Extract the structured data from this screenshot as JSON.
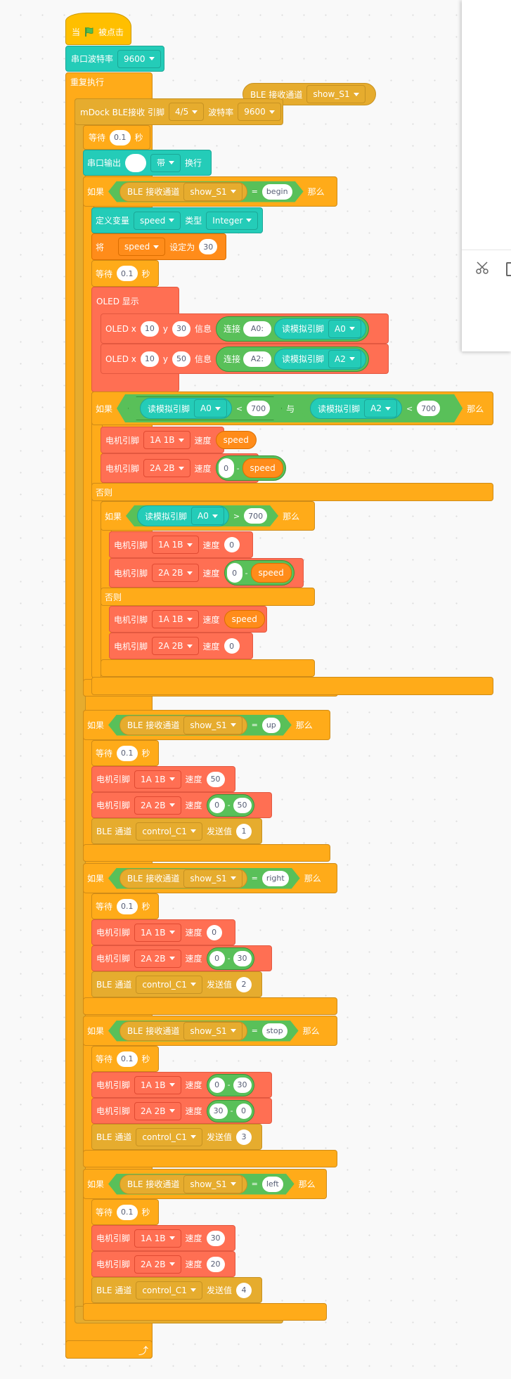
{
  "hat": {
    "when": "当",
    "clicked": "被点击"
  },
  "serial_baud": {
    "label": "串口波特率",
    "value": "9600"
  },
  "forever": {
    "label": "重复执行"
  },
  "floating_reporter": {
    "label": "BLE 接收通道",
    "value": "show_S1"
  },
  "mdock": {
    "label": "mDock BLE接收 引脚",
    "pin": "4/5",
    "baud_label": "波特率",
    "baud": "9600"
  },
  "wait1": {
    "label": "等待",
    "value": "0.1",
    "unit": "秒"
  },
  "serial_out": {
    "label": "串口输出",
    "value": "",
    "mode": "带",
    "suffix": "换行"
  },
  "common": {
    "if": "如果",
    "then": "那么",
    "else": "否则",
    "ble_recv": "BLE 接收通道",
    "channel": "show_S1",
    "eq": "=",
    "lt": "<",
    "gt": ">",
    "and": "与",
    "minus": "-",
    "motor": "电机引脚",
    "speed_label": "速度",
    "m1": "1A 1B",
    "m2": "2A 2B",
    "wait": "等待",
    "sec": "秒",
    "read_analog": "读模拟引脚",
    "ble_channel": "BLE 通道",
    "send_channel": "control_C1",
    "send_label": "发送值"
  },
  "if_begin": {
    "value": "begin",
    "define_var": {
      "label": "定义变量",
      "var": "speed",
      "type_label": "类型",
      "type": "Integer"
    },
    "set_var": {
      "label": "将",
      "var": "speed",
      "to": "设定为",
      "value": "30"
    },
    "wait": "0.1",
    "oled": {
      "label": "OLED 显示",
      "lines": [
        {
          "x_label": "OLED x",
          "x": "10",
          "y_label": "y",
          "y": "30",
          "info": "信息",
          "join": "连接",
          "text": "A0:",
          "pin": "A0"
        },
        {
          "x_label": "OLED x",
          "x": "10",
          "y_label": "y",
          "y": "50",
          "info": "信息",
          "join": "连接",
          "text": "A2:",
          "pin": "A2"
        }
      ]
    },
    "if_and": {
      "pin_a": "A0",
      "val_a": "700",
      "pin_b": "A2",
      "val_b": "700",
      "m1_speed": "speed",
      "m2_a": "0",
      "m2_b": "speed",
      "else_if": {
        "pin": "A0",
        "val": "700",
        "m1_speed": "0",
        "m2_a": "0",
        "m2_b": "speed",
        "else_m1": "speed",
        "else_m2": "0"
      }
    }
  },
  "ifs": [
    {
      "value": "up",
      "wait": "0.1",
      "m1": [
        "50"
      ],
      "m2": [
        "0",
        "50"
      ],
      "send": "1"
    },
    {
      "value": "right",
      "wait": "0.1",
      "m1": [
        "0"
      ],
      "m2": [
        "0",
        "30"
      ],
      "send": "2"
    },
    {
      "value": "stop",
      "wait": "0.1",
      "m1": [
        "0",
        "30"
      ],
      "m2": [
        "30",
        "0"
      ],
      "send": "3"
    },
    {
      "value": "left",
      "wait": "0.1",
      "m1": [
        "30"
      ],
      "m2": [
        "20"
      ],
      "send": "4"
    }
  ],
  "colors": {
    "control": "#FFAB19",
    "ble": "#E6AC2E",
    "serial": "#24CCB8",
    "operator": "#59C059",
    "motor": "#FF6F53",
    "variable": "#FF8C1A",
    "event": "#FFBF00"
  },
  "panel": {
    "icons": [
      "scissors-icon",
      "window-icon"
    ]
  }
}
